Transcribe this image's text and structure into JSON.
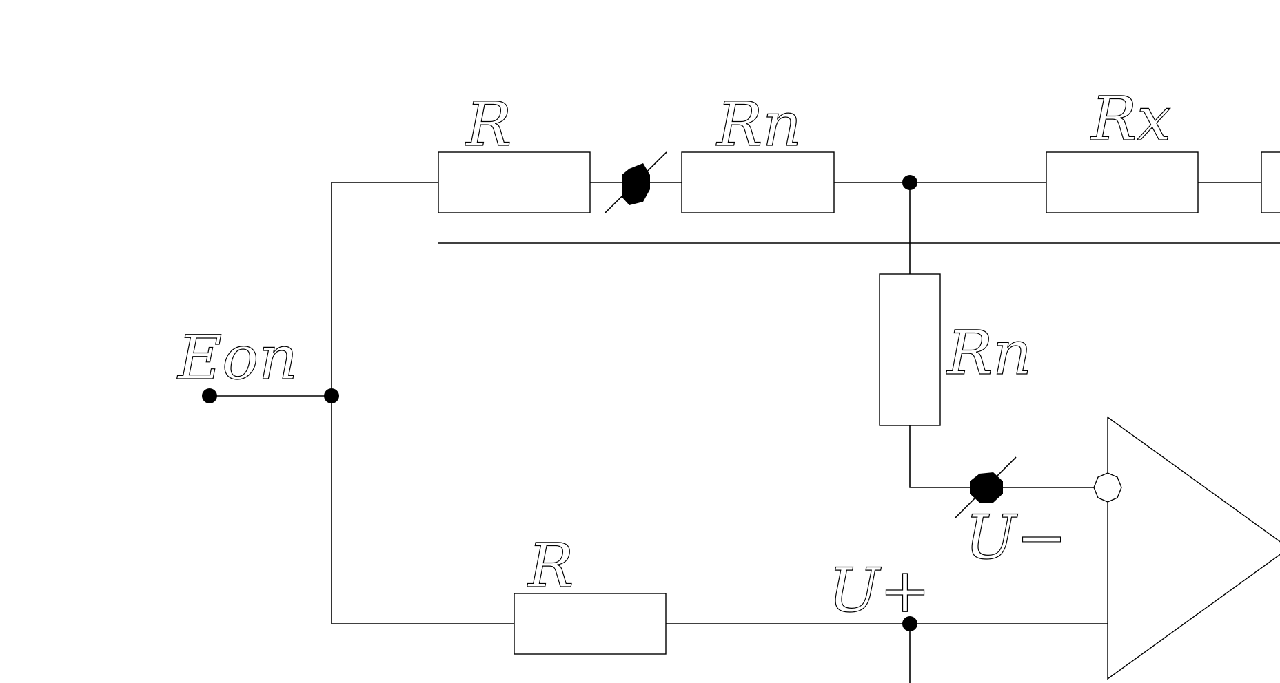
{
  "labels": {
    "r_top": "R",
    "rp_top": "Rп",
    "rx": "Rx",
    "eop": "Eоп",
    "rp_vertical": "Rп",
    "u_minus": "U−",
    "u_plus": "U+",
    "r_bottom": "R"
  },
  "colors": {
    "line": "#000000",
    "background": "#ffffff"
  }
}
